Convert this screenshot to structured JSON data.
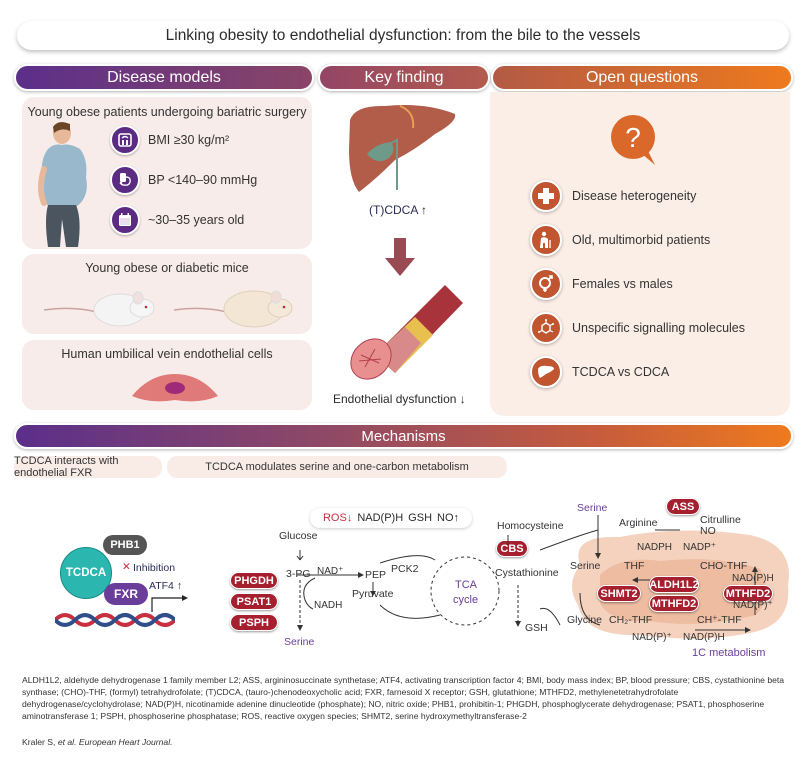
{
  "title": "Linking obesity to endothelial dysfunction: from the bile to the vessels",
  "headers": {
    "disease_models": "Disease models",
    "key_finding": "Key finding",
    "open_questions": "Open questions",
    "mechanisms": "Mechanisms"
  },
  "disease_models": {
    "patients": {
      "title": "Young obese patients undergoing bariatric surgery",
      "criteria": [
        {
          "icon": "scale-icon",
          "text": "BMI ≥30 kg/m²"
        },
        {
          "icon": "blood-pressure-icon",
          "text": "BP <140–90 mmHg"
        },
        {
          "icon": "calendar-icon",
          "text": "~30–35 years old"
        }
      ]
    },
    "mice": {
      "title": "Young obese or diabetic mice"
    },
    "cells": {
      "title": "Human umbilical vein endothelial cells"
    }
  },
  "key_finding": {
    "liver_label": "(T)CDCA",
    "liver_direction": "↑",
    "vessel_label": "Endothelial dysfunction",
    "vessel_direction": "↓"
  },
  "open_questions": {
    "icon": "question-bubble-icon",
    "items": [
      {
        "icon": "medical-cross-icon",
        "text": "Disease heterogeneity"
      },
      {
        "icon": "elderly-person-icon",
        "text": "Old, multimorbid patients"
      },
      {
        "icon": "gender-icon",
        "text": "Females vs males"
      },
      {
        "icon": "molecule-icon",
        "text": "Unspecific signalling molecules"
      },
      {
        "icon": "liver-icon",
        "text": "TCDCA vs CDCA"
      }
    ]
  },
  "mechanisms": {
    "left_subtitle": "TCDCA interacts with endothelial FXR",
    "right_subtitle": "TCDCA modulates serine and one-carbon metabolism",
    "fxr": {
      "tcdca": "TCDCA",
      "phb1": "PHB1",
      "fxr": "FXR",
      "inhibition": "Inhibition",
      "atf4": "ATF4",
      "atf4_direction": "↑"
    },
    "effects": {
      "ros": "ROS",
      "ros_direction": "↓",
      "nadph": "NAD(P)H",
      "gsh": "GSH",
      "no": "NO",
      "no_direction": "↑"
    },
    "glycolysis": {
      "glucose": "Glucose",
      "pg3": "3-PG",
      "nad_plus": "NAD⁺",
      "nadh": "NADH",
      "serine": "Serine",
      "pep": "PEP",
      "pck2": "PCK2",
      "pyruvate": "Pyruvate",
      "tca": "TCA",
      "cycle": "cycle",
      "enzymes": [
        "PHGDH",
        "PSAT1",
        "PSPH"
      ]
    },
    "transsulfuration": {
      "serine_top": "Serine",
      "homocysteine": "Homocysteine",
      "cbs": "CBS",
      "cystathionine": "Cystathionine",
      "gsh": "GSH"
    },
    "one_carbon": {
      "ass": "ASS",
      "arginine": "Arginine",
      "citrulline": "Citrulline",
      "no": "NO",
      "nadph": "NADPH",
      "nadp_plus": "NADP⁺",
      "serine": "Serine",
      "thf": "THF",
      "cho_thf": "CHO-THF",
      "shmt2": "SHMT2",
      "aldh1l2": "ALDH1L2",
      "mthfd2_center": "MTHFD2",
      "mthfd2_right": "MTHFD2",
      "nadp_h_top": "NAD(P)H",
      "nadp_plus_right": "NAD(P)⁺",
      "glycine": "Glycine",
      "ch2_thf": "CH₂-THF",
      "ch_thf": "CH⁺-THF",
      "nadp_plus_bottom": "NAD(P)⁺",
      "nadp_h_bottom": "NAD(P)H",
      "label": "1C metabolism"
    }
  },
  "footnote": "ALDH1L2, aldehyde dehydrogenase 1 family member L2; ASS, argininosuccinate synthetase; ATF4, activating transcription factor 4; BMI, body mass index; BP, blood pressure; CBS, cystathionine beta synthase; (CHO)-THF, (formyl) tetrahydrofolate; (T)CDCA, (tauro-)chenodeoxycholic acid; FXR, farnesoid X receptor; GSH, glutathione; MTHFD2, methylenetetrahydrofolate dehydrogenase/cyclohydrolase; NAD(P)H, nicotinamide adenine dinucleotide (phosphate); NO, nitric oxide; PHB1, prohibitin-1; PHGDH, phosphoglycerate dehydrogenase; PSAT1, phosphoserine aminotransferase 1; PSPH, phosphoserine phosphatase; ROS, reactive oxygen species; SHMT2, serine hydroxymethyltransferase-2",
  "citation": {
    "authors": "Kraler S, ",
    "etal": "et al.",
    "journal": " European Heart Journal."
  },
  "colors": {
    "purple": "#5b2a83",
    "orange": "#e97820",
    "enzyme_red": "#a51f2e",
    "panel_bg": "#f7ece9",
    "teal": "#2bb7b0"
  }
}
